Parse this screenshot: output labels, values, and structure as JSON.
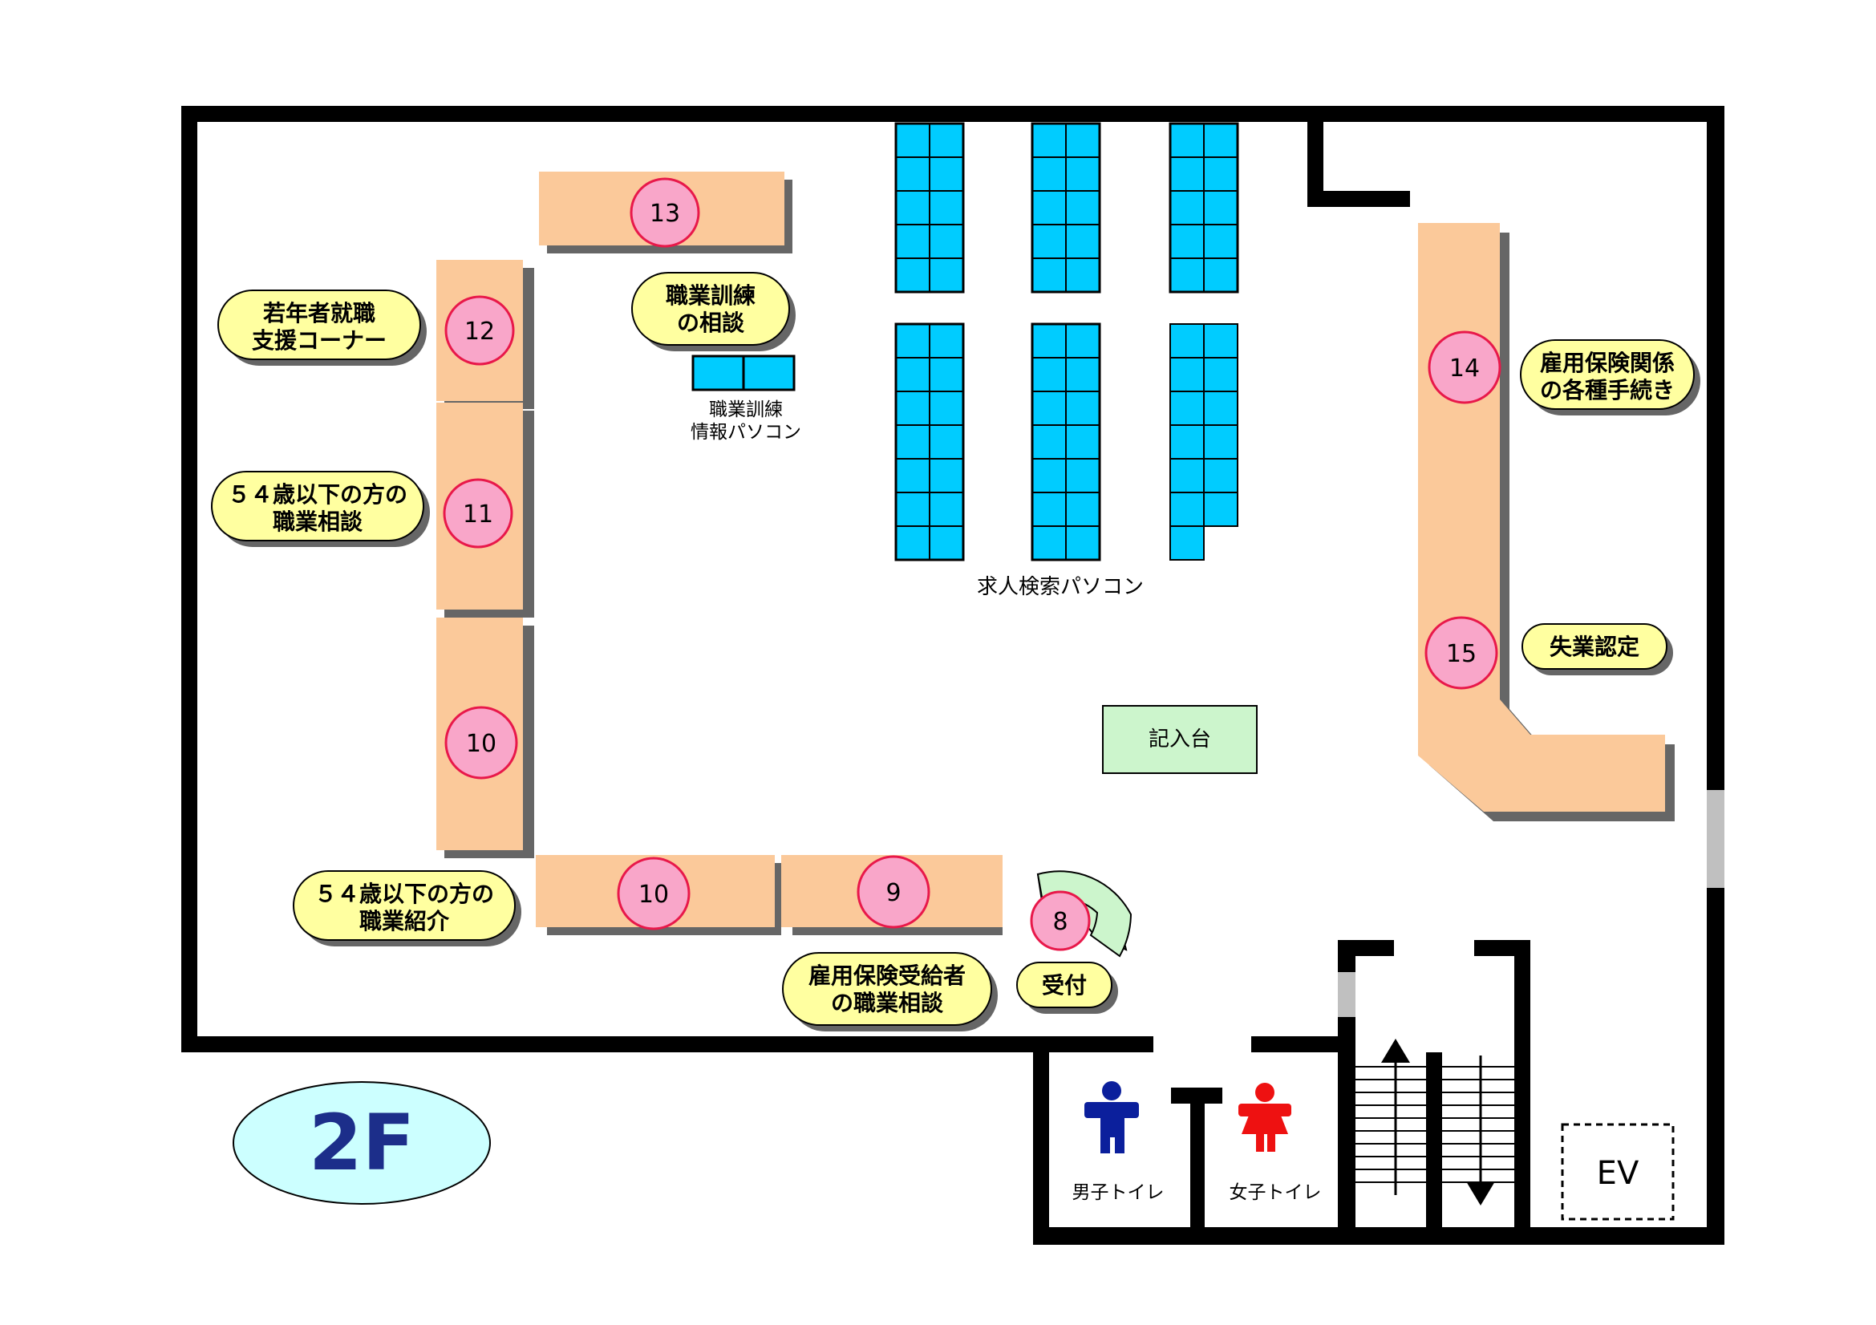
{
  "floor_label": "2F",
  "windows": [
    {
      "number": "8"
    },
    {
      "number": "9"
    },
    {
      "number": "10"
    },
    {
      "number": "10"
    },
    {
      "number": "11"
    },
    {
      "number": "12"
    },
    {
      "number": "13"
    },
    {
      "number": "14"
    },
    {
      "number": "15"
    }
  ],
  "labels": {
    "youth": [
      "若年者就職",
      "支援コーナー"
    ],
    "consult54": [
      "５４歳以下の方の",
      "職業相談"
    ],
    "intro54": [
      "５４歳以下の方の",
      "職業紹介"
    ],
    "training_consult": [
      "職業訓練",
      "の相談"
    ],
    "training_pc": [
      "職業訓練",
      "情報パソコン"
    ],
    "job_search_pc": "求人検索パソコン",
    "writing_desk": "記入台",
    "insurance_procedures": [
      "雇用保険関係",
      "の各種手続き"
    ],
    "unemployment_cert": "失業認定",
    "insurance_recipients": [
      "雇用保険受給者",
      "の職業相談"
    ],
    "reception": "受付",
    "mens_toilet": "男子トイレ",
    "womens_toilet": "女子トイレ",
    "elevator": "EV"
  },
  "colors": {
    "wall": "#000000",
    "counter": "#fbc99a",
    "counter_shadow": "#666666",
    "number_fill": "#f9a6c9",
    "number_stroke": "#e8184a",
    "label_fill": "#ffffa0",
    "pc_fill": "#00ccff",
    "desk_fill": "#ccf5cc",
    "reception_fill": "#ccf5cc",
    "floor_fill": "#ccffff",
    "floor_text": "#1c2e8a",
    "male_icon": "#0b1f9c",
    "female_icon": "#ee1111"
  },
  "icons": [
    "mens-toilet-icon",
    "womens-toilet-icon",
    "stairs-up-arrow-icon",
    "stairs-down-arrow-icon"
  ]
}
